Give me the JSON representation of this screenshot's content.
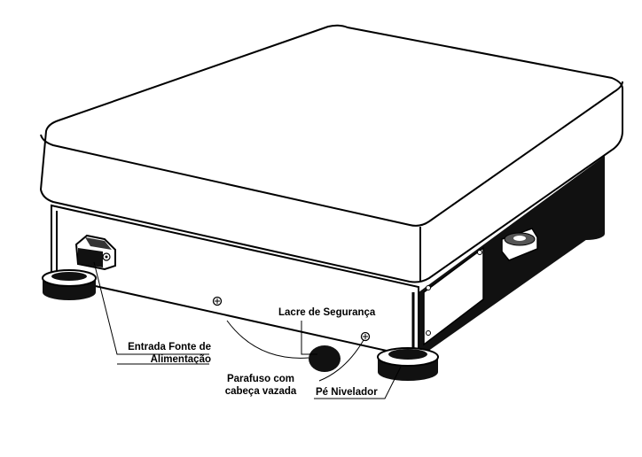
{
  "labels": {
    "power_input": [
      "Entrada Fonte de",
      "Alimentação"
    ],
    "security_seal": "Lacre de Segurança",
    "screw": [
      "Parafuso com",
      "cabeça vazada"
    ],
    "leveling_foot": "Pé Nivelador"
  }
}
